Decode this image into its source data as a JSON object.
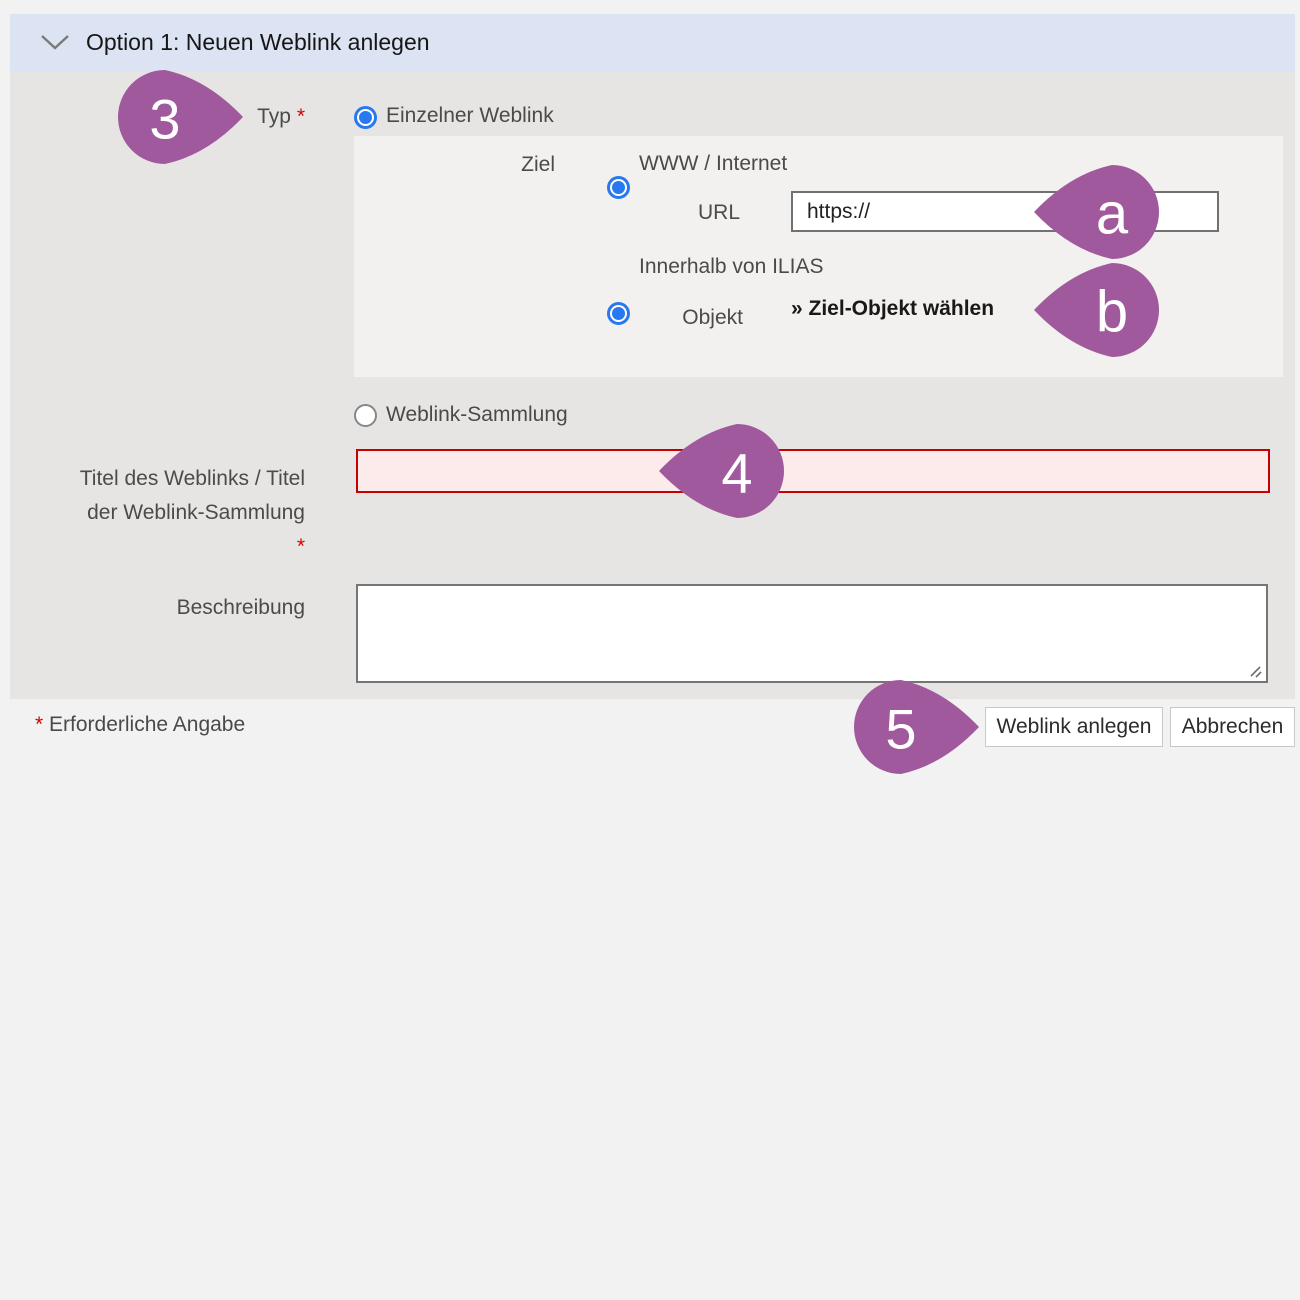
{
  "accordion": {
    "title": "Option 1: Neuen Weblink anlegen",
    "chevron_icon": "chevron-down"
  },
  "form": {
    "typ": {
      "label": "Typ",
      "required_mark": "*"
    },
    "type_options": {
      "einzelner": "Einzelner Weblink",
      "sammlung": "Weblink-Sammlung"
    },
    "ziel": {
      "label": "Ziel",
      "www_option": "WWW / Internet",
      "ilias_option": "Innerhalb von ILIAS"
    },
    "url": {
      "label": "URL",
      "value": "https://"
    },
    "objekt": {
      "label": "Objekt",
      "link": "» Ziel-Objekt wählen"
    },
    "titel": {
      "label_line1": "Titel des Weblinks / Titel",
      "label_line2": "der Weblink-Sammlung",
      "required_mark": "*",
      "value": ""
    },
    "beschreibung": {
      "label": "Beschreibung",
      "value": ""
    }
  },
  "footer": {
    "required_mark": "*",
    "required_note": "Erforderliche Angabe",
    "submit": "Weblink anlegen",
    "cancel": "Abbrechen"
  },
  "markers": {
    "step3": "3",
    "a": "a",
    "b": "b",
    "step4": "4",
    "step5": "5"
  },
  "colors": {
    "marker_purple": "#a1599d",
    "header_bg": "#dce3f2",
    "form_bg": "#e6e5e4",
    "panel_bg": "#f2f1ef",
    "radio_blue": "#2878f0",
    "error_border": "#c60101",
    "error_bg": "#fdeaea",
    "asterisk_red": "#d90000"
  }
}
